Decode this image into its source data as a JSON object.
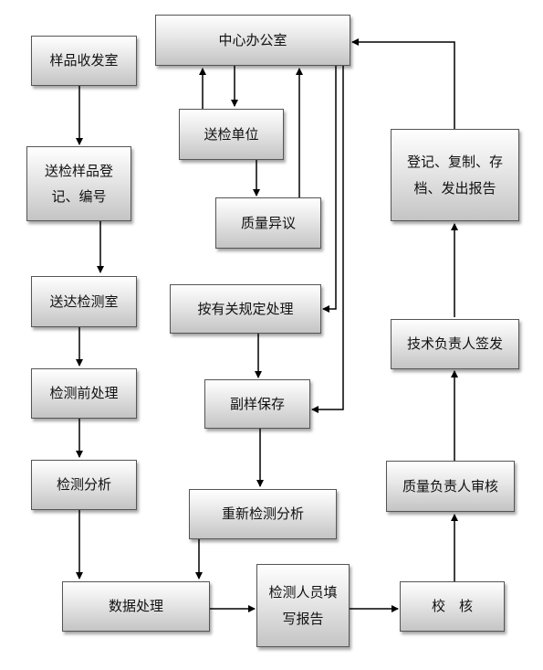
{
  "nodes": {
    "center_office": "中心办公室",
    "sample_room": "样品收发室",
    "sample_register": "送检样品登记、编号",
    "send_to_lab": "送达检测室",
    "pretreatment": "检测前处理",
    "analysis": "检测分析",
    "data_processing": "数据处理",
    "submitting_unit": "送检单位",
    "quality_objection": "质量异议",
    "handle_by_rules": "按有关规定处理",
    "backup_sample": "副样保存",
    "reanalysis": "重新检测分析",
    "fill_report": "检测人员填写报告",
    "check": "校　核",
    "quality_review": "质量负责人审核",
    "tech_sign": "技术负责人签发",
    "register_archive": "登记、复制、存档、发出报告"
  },
  "edges": [
    [
      "sample_room",
      "sample_register"
    ],
    [
      "sample_register",
      "send_to_lab"
    ],
    [
      "send_to_lab",
      "pretreatment"
    ],
    [
      "pretreatment",
      "analysis"
    ],
    [
      "analysis",
      "data_processing"
    ],
    [
      "data_processing",
      "fill_report"
    ],
    [
      "fill_report",
      "check"
    ],
    [
      "check",
      "quality_review"
    ],
    [
      "quality_review",
      "tech_sign"
    ],
    [
      "tech_sign",
      "register_archive"
    ],
    [
      "register_archive",
      "center_office"
    ],
    [
      "center_office",
      "submitting_unit"
    ],
    [
      "submitting_unit",
      "center_office"
    ],
    [
      "submitting_unit",
      "quality_objection"
    ],
    [
      "quality_objection",
      "center_office"
    ],
    [
      "center_office",
      "handle_by_rules"
    ],
    [
      "center_office",
      "backup_sample"
    ],
    [
      "handle_by_rules",
      "backup_sample"
    ],
    [
      "backup_sample",
      "reanalysis"
    ],
    [
      "reanalysis",
      "data_processing"
    ]
  ]
}
